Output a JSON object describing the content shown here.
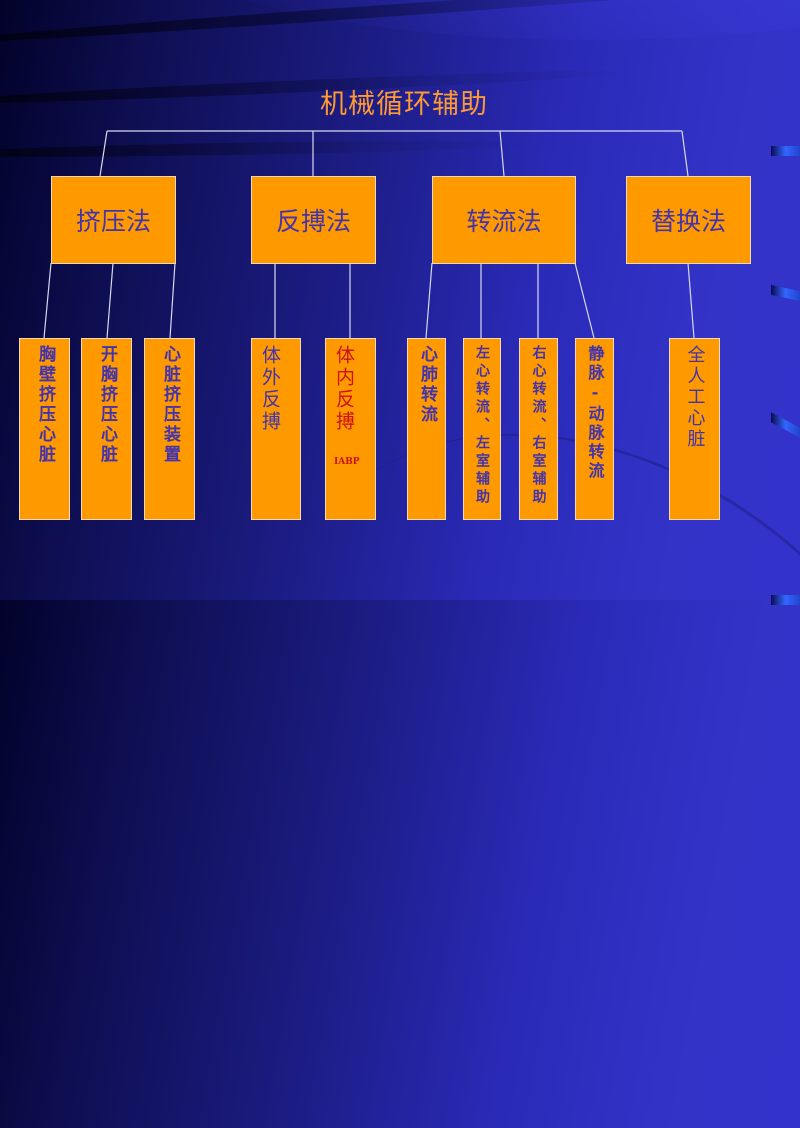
{
  "title": "机械循环辅助",
  "colors": {
    "background_dark": "#02022a",
    "background_light": "#3333cc",
    "title_text": "#ff9933",
    "box_fill": "#ff9900",
    "box_border": "#f2d9b8",
    "box_text": "#4433aa",
    "highlight_text": "#cc1111",
    "connector": "#d8d8f0"
  },
  "categories": [
    {
      "label": "挤压法",
      "children": [
        {
          "label": "胸壁挤压心脏"
        },
        {
          "label": "开胸挤压心脏"
        },
        {
          "label": "心脏挤压装置"
        }
      ]
    },
    {
      "label": "反搏法",
      "children": [
        {
          "label": "体外反搏"
        },
        {
          "label": "体内反搏",
          "sublabel": "IABP",
          "highlight": true
        }
      ]
    },
    {
      "label": "转流法",
      "children": [
        {
          "label": "心肺转流"
        },
        {
          "label": "左心转流、左室辅助"
        },
        {
          "label": "右心转流、右室辅助"
        },
        {
          "label": "静脉-动脉转流"
        }
      ]
    },
    {
      "label": "替换法",
      "children": [
        {
          "label": "全人工心脏"
        }
      ]
    }
  ]
}
